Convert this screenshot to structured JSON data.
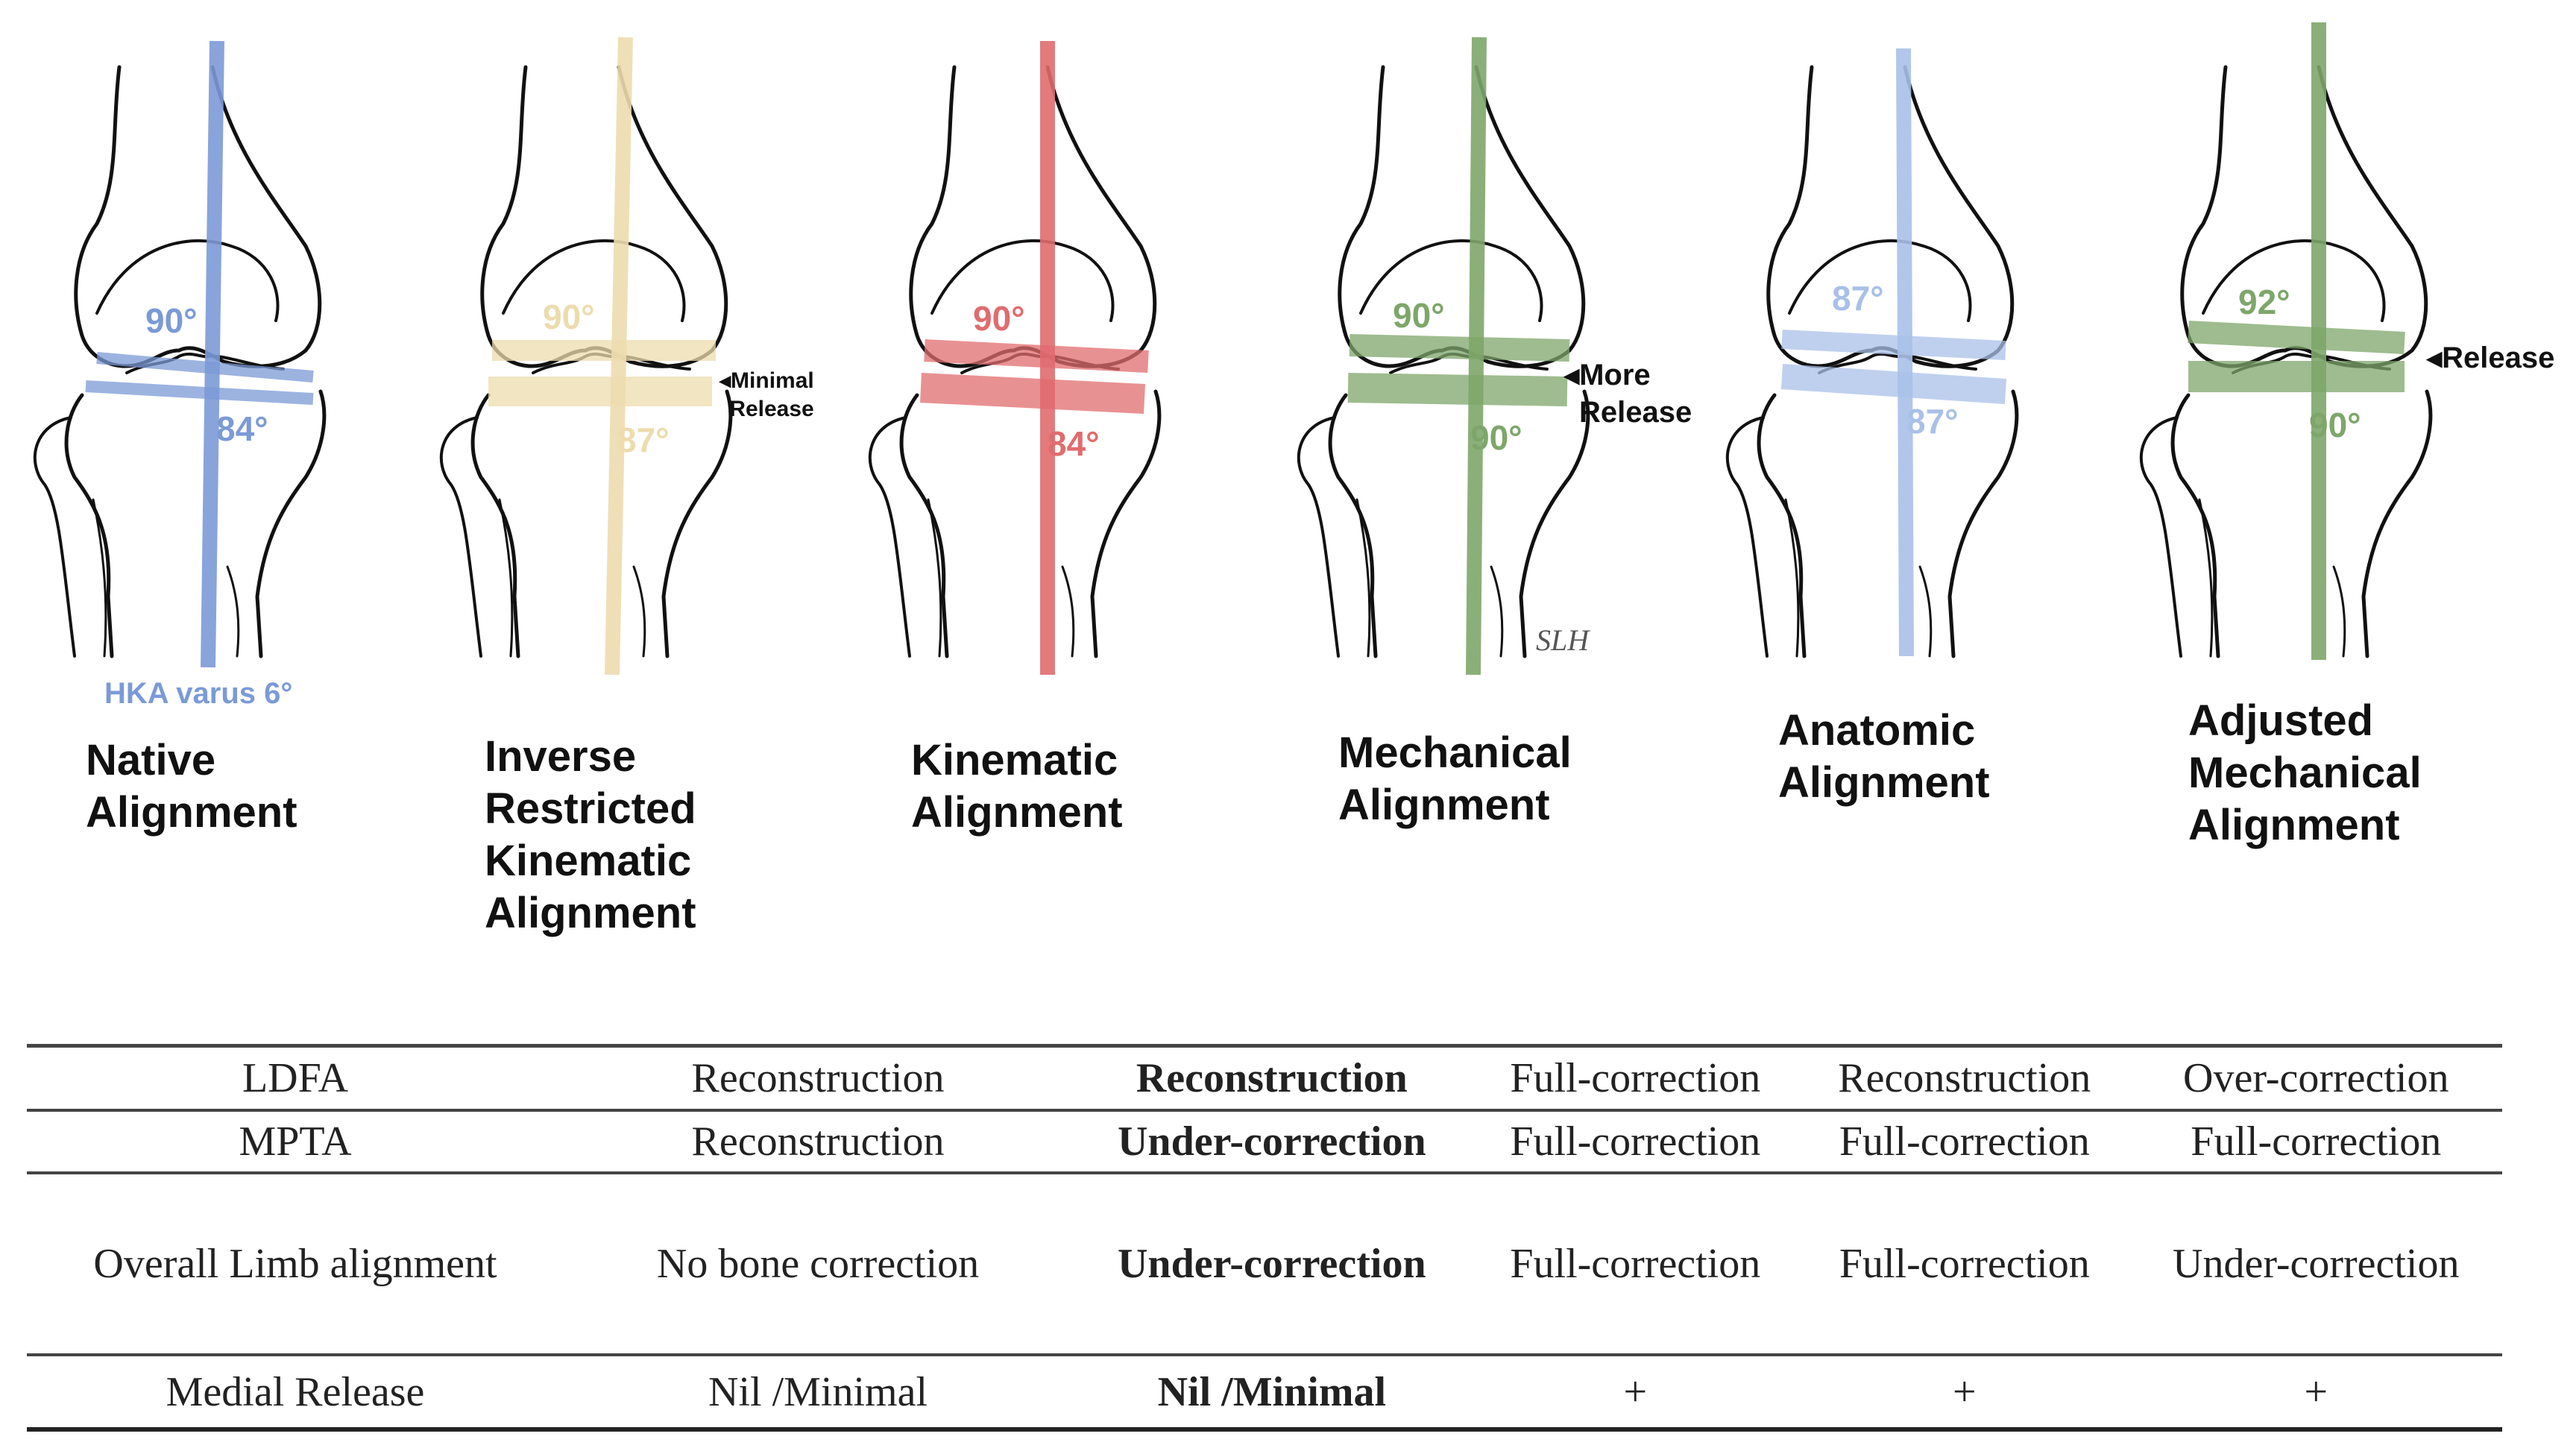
{
  "colors": {
    "native": "#7b9ad6",
    "inverse": "#ecdcae",
    "kinematic": "#e06c6e",
    "mechanical": "#7ea66a",
    "anatomic": "#a9c0e8",
    "adjusted": "#7ea66a",
    "ink": "#111111"
  },
  "panels": [
    {
      "key": "native",
      "title_lines": [
        "Native",
        "Alignment"
      ],
      "femoral_angle": "90°",
      "tibial_angle": "84°",
      "extra_label": "HKA varus 6°"
    },
    {
      "key": "inverse",
      "title_lines": [
        "Inverse",
        "Restricted",
        "Kinematic",
        "Alignment"
      ],
      "femoral_angle": "90°",
      "tibial_angle": "87°",
      "release_lines": [
        "◂Minimal",
        "Release"
      ]
    },
    {
      "key": "kinematic",
      "title_lines": [
        "Kinematic",
        "Alignment"
      ],
      "femoral_angle": "90°",
      "tibial_angle": "84°"
    },
    {
      "key": "mechanical",
      "title_lines": [
        "Mechanical",
        "Alignment"
      ],
      "femoral_angle": "90°",
      "tibial_angle": "90°",
      "release_lines": [
        "◂More",
        "Release"
      ],
      "signature": "SLH"
    },
    {
      "key": "anatomic",
      "title_lines": [
        "Anatomic",
        "Alignment"
      ],
      "femoral_angle": "87°",
      "tibial_angle": "87°"
    },
    {
      "key": "adjusted",
      "title_lines": [
        "Adjusted",
        "Mechanical",
        "Alignment"
      ],
      "femoral_angle": "92°",
      "tibial_angle": "90°",
      "release_lines": [
        "◂Release"
      ]
    }
  ],
  "table": {
    "rows": [
      [
        "LDFA",
        "Reconstruction",
        "Reconstruction",
        "Full-correction",
        "Reconstruction",
        "Over-correction"
      ],
      [
        "MPTA",
        "Reconstruction",
        "Under-correction",
        "Full-correction",
        "Full-correction",
        "Full-correction"
      ],
      [
        "Overall Limb alignment",
        "No bone correction",
        "Under-correction",
        "Full-correction",
        "Full-correction",
        "Under-correction"
      ],
      [
        "Medial Release",
        "Nil /Minimal",
        "Nil /Minimal",
        "+",
        "+",
        "+"
      ]
    ]
  }
}
